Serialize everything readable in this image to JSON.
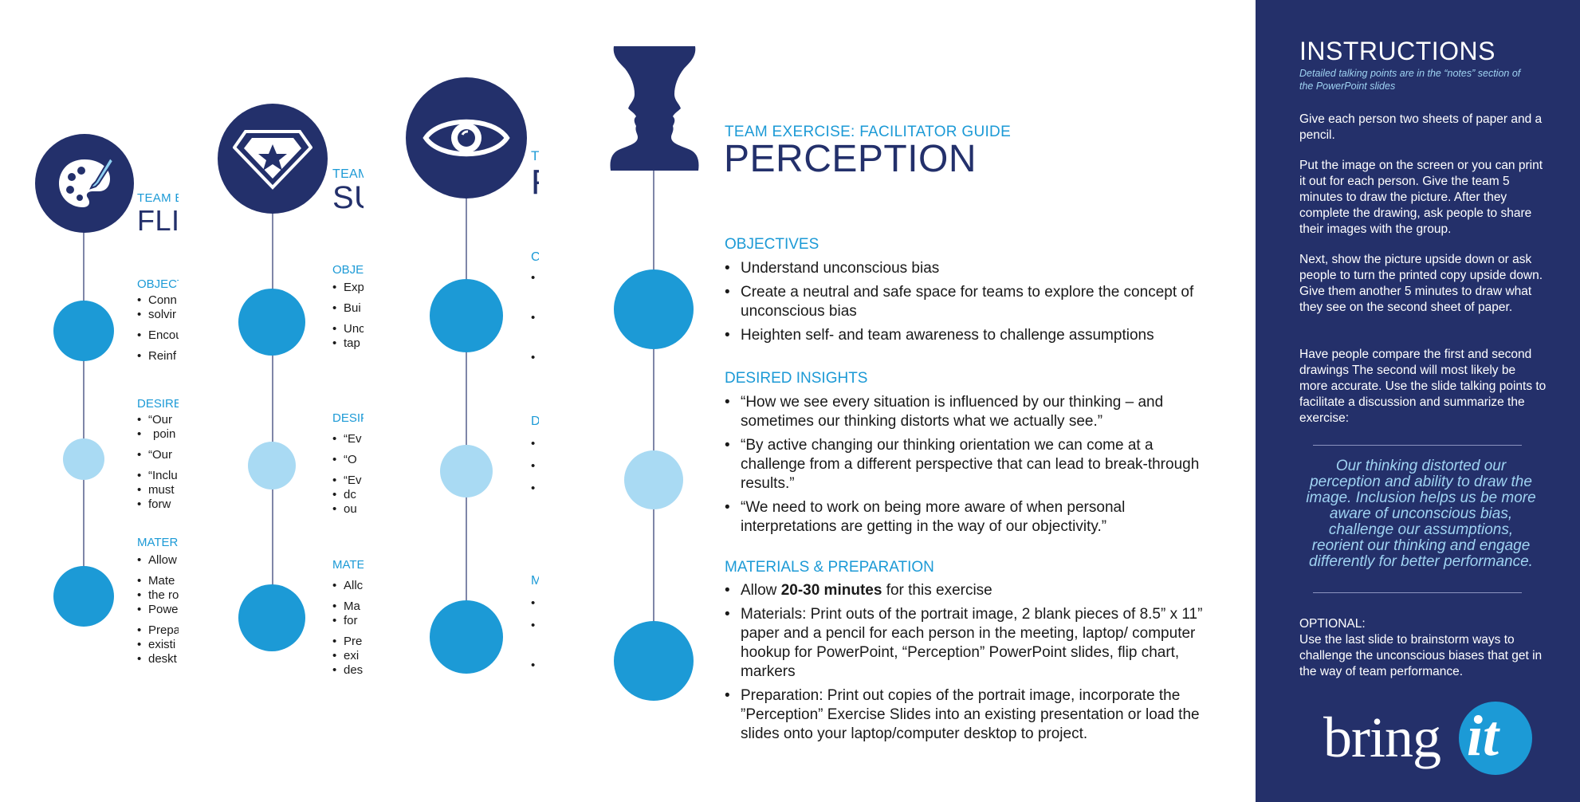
{
  "cards": {
    "flip": {
      "kicker": "TEAM E",
      "title": "FLI",
      "objectives_heading": "OBJECT",
      "objectives": [
        "Conn",
        "solvir",
        "Encou",
        "Reinf"
      ],
      "insights_heading": "DESIRE",
      "insights": [
        "“Our",
        "poin",
        "“Our",
        "“Inclu",
        "must",
        "forw"
      ],
      "materials_heading": "MATERI",
      "materials": [
        "Allow",
        "Mate",
        "the ro",
        "Powe",
        "Prepa",
        "existi",
        "deskt"
      ]
    },
    "super": {
      "kicker": "TEAM",
      "title": "SU",
      "objectives_heading": "OBJE",
      "objectives": [
        "Exp",
        "Bui",
        "Unc",
        "tap"
      ],
      "insights_heading": "DESIF",
      "insights": [
        "“Ev",
        "“O",
        "“Ev",
        "dc",
        "ou"
      ],
      "materials_heading": "MATE",
      "materials": [
        "Allc",
        "Ma",
        "for",
        "Pre",
        "exi",
        "des"
      ]
    },
    "eye": {
      "kicker": "TI",
      "title": "F",
      "objectives_heading": "C",
      "insights_heading": "D",
      "materials_heading": "M"
    },
    "perception": {
      "kicker": "TEAM EXERCISE: FACILITATOR GUIDE",
      "title": "PERCEPTION",
      "objectives_heading": "OBJECTIVES",
      "objectives": [
        "Understand unconscious bias",
        "Create a neutral and safe space for teams to explore the concept of unconscious bias",
        "Heighten self- and team awareness to challenge assumptions"
      ],
      "insights_heading": "DESIRED INSIGHTS",
      "insights": [
        "“How we see every situation is influenced by our thinking – and sometimes our thinking distorts what we actually see.”",
        "“By active changing our thinking orientation we can come at a challenge from a different perspective that can lead to break-through results.”",
        "“We need to work on being more aware of when personal interpretations are getting in the way of our objectivity.”"
      ],
      "materials_heading": "MATERIALS & PREPARATION",
      "materials_allow_pre": "Allow ",
      "materials_allow_bold": "20-30 minutes",
      "materials_allow_post": " for this exercise",
      "materials": [
        "Materials: Print outs of the portrait image, 2 blank pieces of 8.5” x 11” paper and a pencil for each person in the meeting, laptop/ computer hookup for PowerPoint, “Perception” PowerPoint slides, flip chart, markers",
        "Preparation: Print out copies of the portrait image, incorporate the ”Perception” Exercise Slides into an existing presentation or load the slides onto your laptop/computer desktop to project."
      ]
    }
  },
  "instructions": {
    "title": "INSTRUCTIONS",
    "subtitle": "Detailed talking points are in the “notes” section of the PowerPoint slides",
    "steps": [
      "Give each person two sheets of paper and a pencil.",
      "Put the image on the screen or you can print it out for each person. Give the team 5 minutes to draw the picture. After they complete the drawing, ask people to share their images with the group.",
      "Next, show the picture upside down or ask people to turn the printed copy upside down. Give them another 5 minutes to draw what they see on the second sheet of paper.",
      "Have people compare the first and second drawings  The second will most likely be more accurate. Use the slide talking points to facilitate a discussion and summarize the exercise:"
    ],
    "quote": "Our thinking distorted our perception and ability to draw the image. Inclusion helps us be more aware of unconscious bias, challenge our assumptions, reorient our thinking and engage differently for better performance.",
    "optional_heading": "OPTIONAL:",
    "optional_text": "Use the last slide to brainstorm ways to challenge the unconscious biases that get in the way of team performance.",
    "logo_text": "bring",
    "logo_accent": "it"
  },
  "colors": {
    "navy": "#23306b",
    "sky": "#1c9ad6",
    "light_sky": "#a9daf3",
    "panel": "#24306a"
  },
  "icons": [
    "palette-icon",
    "superhero-diamond-icon",
    "eye-icon",
    "vase-faces-icon"
  ]
}
